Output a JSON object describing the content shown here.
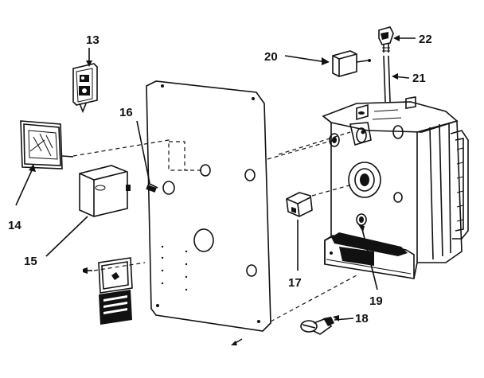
{
  "labels": {
    "p13": "13",
    "p14": "14",
    "p15": "15",
    "p16": "16",
    "p17": "17",
    "p18": "18",
    "p19": "19",
    "p20": "20",
    "p21": "21",
    "p22": "22"
  },
  "colors": {
    "ink": "#111111",
    "paper": "#ffffff"
  }
}
